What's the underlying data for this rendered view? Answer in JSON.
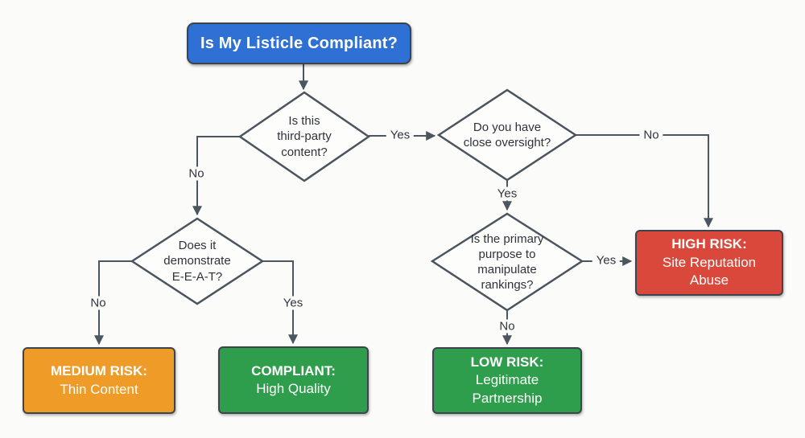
{
  "palette": {
    "page_bg": "#fbfbf9",
    "connector": "#4c5661",
    "node_border": "#4a545e",
    "diamond_fill": "#fdfdfc",
    "title_fill": "#2e70d3",
    "green_fill": "#2f9e4c",
    "red_fill": "#d9483b",
    "orange_fill": "#ef9b28"
  },
  "nodes": {
    "title": {
      "label": "Is My Listicle Compliant?"
    },
    "third_party": {
      "lines": [
        "Is this",
        "third-party",
        "content?"
      ]
    },
    "oversight": {
      "lines": [
        "Do you have",
        "close oversight?"
      ]
    },
    "manipulate": {
      "lines": [
        "Is the primary",
        "purpose to",
        "manipulate",
        "rankings?"
      ]
    },
    "eeat": {
      "lines": [
        "Does it",
        "demonstrate",
        "E-E-A-T?"
      ]
    },
    "medium_risk": {
      "title": "MEDIUM RISK:",
      "lines": [
        "Thin Content"
      ]
    },
    "compliant": {
      "title": "COMPLIANT:",
      "lines": [
        "High Quality"
      ]
    },
    "low_risk": {
      "title": "LOW RISK:",
      "lines": [
        "Legitimate",
        "Partnership"
      ]
    },
    "high_risk": {
      "title": "HIGH RISK:",
      "lines": [
        "Site Reputation",
        "Abuse"
      ]
    }
  },
  "edges": {
    "title_to_third_party": {
      "from": "title",
      "to": "third_party"
    },
    "third_party_to_oversight": {
      "from": "third_party",
      "to": "oversight",
      "label": "Yes"
    },
    "third_party_to_eeat": {
      "from": "third_party",
      "to": "eeat",
      "label": "No"
    },
    "oversight_to_high_risk": {
      "from": "oversight",
      "to": "high_risk",
      "label": "No"
    },
    "oversight_to_manipulate": {
      "from": "oversight",
      "to": "manipulate",
      "label": "Yes"
    },
    "manipulate_to_high_risk": {
      "from": "manipulate",
      "to": "high_risk",
      "label": "Yes"
    },
    "manipulate_to_low_risk": {
      "from": "manipulate",
      "to": "low_risk",
      "label": "No"
    },
    "eeat_to_medium_risk": {
      "from": "eeat",
      "to": "medium_risk",
      "label": "No"
    },
    "eeat_to_compliant": {
      "from": "eeat",
      "to": "compliant",
      "label": "Yes"
    }
  }
}
